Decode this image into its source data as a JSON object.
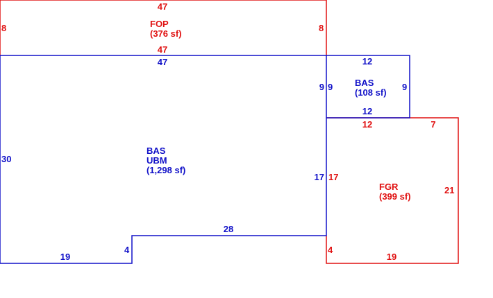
{
  "colors": {
    "red": "#e01010",
    "blue": "#1010c8",
    "background": "#ffffff"
  },
  "areas": {
    "fop": {
      "code": "FOP",
      "size": "(376 sf)"
    },
    "bas_main": {
      "code": "BAS",
      "sub": "UBM",
      "size": "(1,298 sf)"
    },
    "bas_small": {
      "code": "BAS",
      "size": "(108 sf)"
    },
    "fgr": {
      "code": "FGR",
      "size": "(399 sf)"
    }
  },
  "dimensions": {
    "fop_top": "47",
    "fop_left": "8",
    "fop_right": "8",
    "fop_bottom": "47",
    "bas_top": "47",
    "bas_left": "30",
    "bas_bottom_left": "19",
    "bas_notch_step": "4",
    "bas_notch_bottom": "28",
    "bas_right_lower": "17",
    "bas_right_upper": "9",
    "bas2_top": "12",
    "bas2_left": "9",
    "bas2_right": "9",
    "bas2_bottom": "12",
    "fgr_top_left": "12",
    "fgr_top_right": "7",
    "fgr_left_upper": "17",
    "fgr_left_lower": "4",
    "fgr_right": "21",
    "fgr_bottom": "19"
  }
}
